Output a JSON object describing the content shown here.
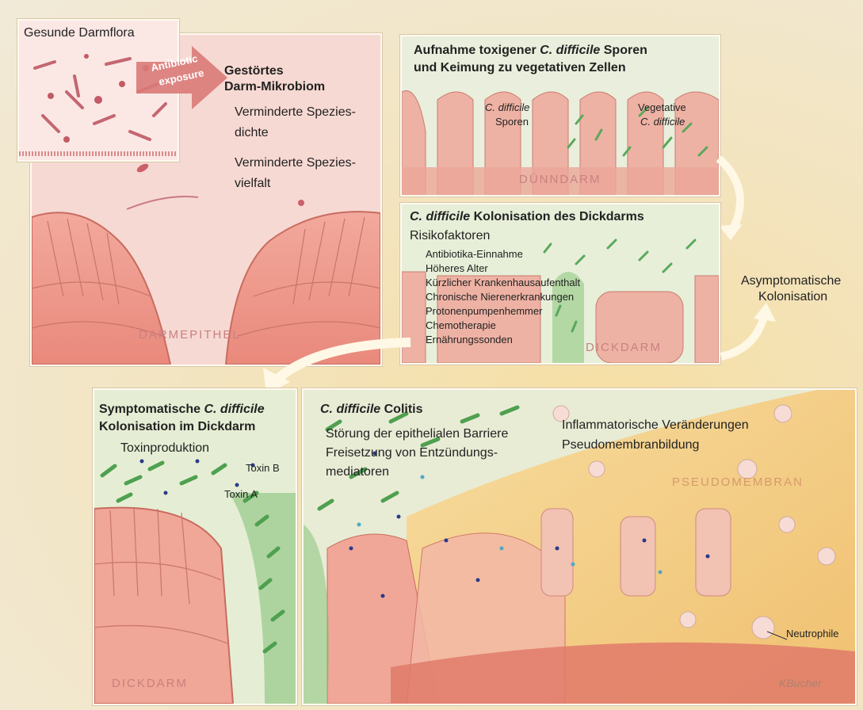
{
  "panels": {
    "healthy": {
      "title": "Gesunde Darmflora"
    },
    "antibiotic": {
      "line1": "Antibiotic",
      "line2": "exposure"
    },
    "disturbed": {
      "title1": "Gestörtes",
      "title2": "Darm-Mikrobiom",
      "item1a": "Verminderte Spezies-",
      "item1b": "dichte",
      "item2a": "Verminderte Spezies-",
      "item2b": "vielfalt",
      "tissue": "DARMEPITHEL"
    },
    "spores": {
      "title1_pre": "Aufnahme toxigener ",
      "title1_it": "C. difficile",
      "title1_post": " Sporen",
      "title2": "und Keimung zu vegetativen Zellen",
      "spore1": "C. difficile",
      "spore2": "Sporen",
      "veg1": "Vegetative",
      "veg2": "C. difficile",
      "tissue": "DÜNNDARM"
    },
    "colonization": {
      "title_it": "C. difficile",
      "title_rest": " Kolonisation des Dickdarms",
      "risk_heading": "Risikofaktoren",
      "risks": [
        "Antibiotika-Einnahme",
        "Höheres Alter",
        "Kürzlicher Krankenhausaufenthalt",
        "Chronische Nierenerkrankungen",
        "Protonenpumpenhemmer",
        "Chemotherapie",
        "Ernährungssonden"
      ],
      "tissue": "DICKDARM"
    },
    "asymptomatic": {
      "line1": "Asymptomatische",
      "line2": "Kolonisation"
    },
    "symptomatic": {
      "title1_pre": "Symptomatische ",
      "title1_it": "C. difficile",
      "title2": "Kolonisation im Dickdarm",
      "sub": "Toxinproduktion",
      "toxin_b": "Toxin B",
      "toxin_a": "Toxin A",
      "tissue": "DICKDARM"
    },
    "colitis": {
      "title_it": "C. difficile",
      "title_rest": " Colitis",
      "line1": "Störung der epithelialen Barriere",
      "line2": "Freisetzung von Entzündungs-",
      "line3": "mediatoren",
      "inflam1": "Inflammatorische Veränderungen",
      "inflam2": "Pseudomembranbildung",
      "tissue": "PSEUDOMEMBRAN",
      "neutrophil": "Neutrophile",
      "signature": "KBucher"
    }
  }
}
